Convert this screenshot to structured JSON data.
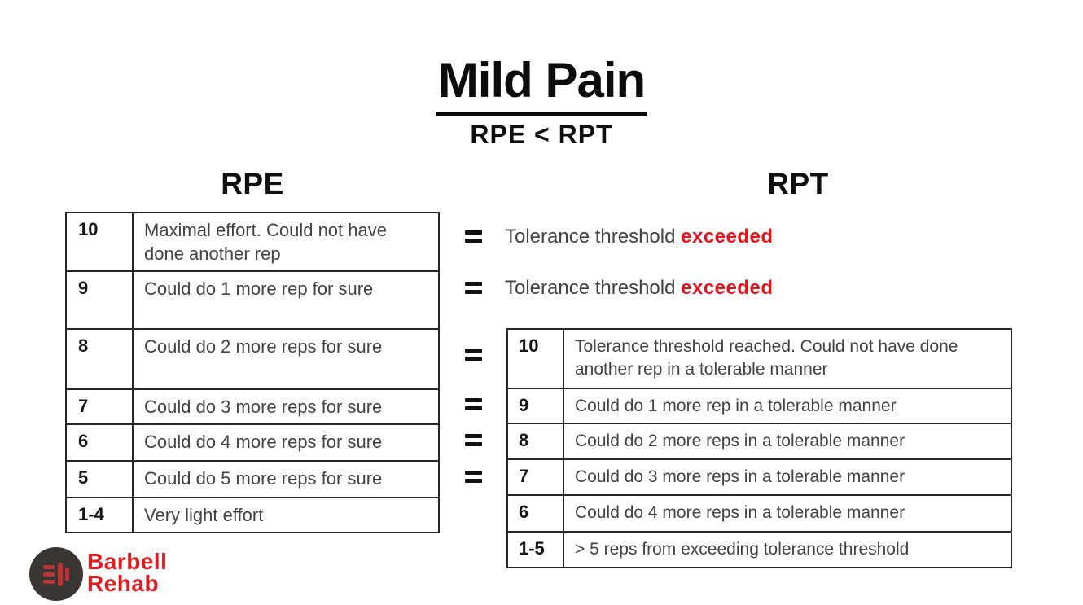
{
  "title": "Mild Pain",
  "subtitle": "RPE < RPT",
  "colors": {
    "accent_red": "#e8121a",
    "logo_red": "#e01b20",
    "heading_black": "#0c0c0c",
    "body_text": "#3f4347",
    "table_border": "#272727"
  },
  "icons": {
    "equals": "=",
    "barbell_monogram": "barbell-monogram"
  },
  "rpe": {
    "heading": "RPE",
    "rows": [
      {
        "score": "10",
        "description": "Maximal effort. Could not have done another rep"
      },
      {
        "score": "9",
        "description": "Could do 1 more rep for sure"
      },
      {
        "score": "8",
        "description": "Could do 2 more reps for sure"
      },
      {
        "score": "7",
        "description": "Could do 3 more reps for sure"
      },
      {
        "score": "6",
        "description": "Could do 4 more reps for sure"
      },
      {
        "score": "5",
        "description": "Could do 5 more reps for sure"
      },
      {
        "score": "1-4",
        "description": "Very light effort"
      }
    ]
  },
  "rpt": {
    "heading": "RPT",
    "exceeded_lines": [
      {
        "prefix": "Tolerance threshold ",
        "highlight": "exceeded"
      },
      {
        "prefix": "Tolerance threshold ",
        "highlight": "exceeded"
      }
    ],
    "rows": [
      {
        "score": "10",
        "description": "Tolerance threshold reached. Could not have done another rep in a tolerable manner"
      },
      {
        "score": "9",
        "description": "Could do 1 more rep in a tolerable manner"
      },
      {
        "score": "8",
        "description": "Could do 2 more reps in a tolerable manner"
      },
      {
        "score": "7",
        "description": "Could do 3 more reps in a tolerable manner"
      },
      {
        "score": "6",
        "description": "Could do 4 more reps in a tolerable manner"
      },
      {
        "score": "1-5",
        "description": "> 5 reps from exceeding tolerance threshold"
      }
    ]
  },
  "logo": {
    "line1": "Barbell",
    "line2": "Rehab"
  }
}
